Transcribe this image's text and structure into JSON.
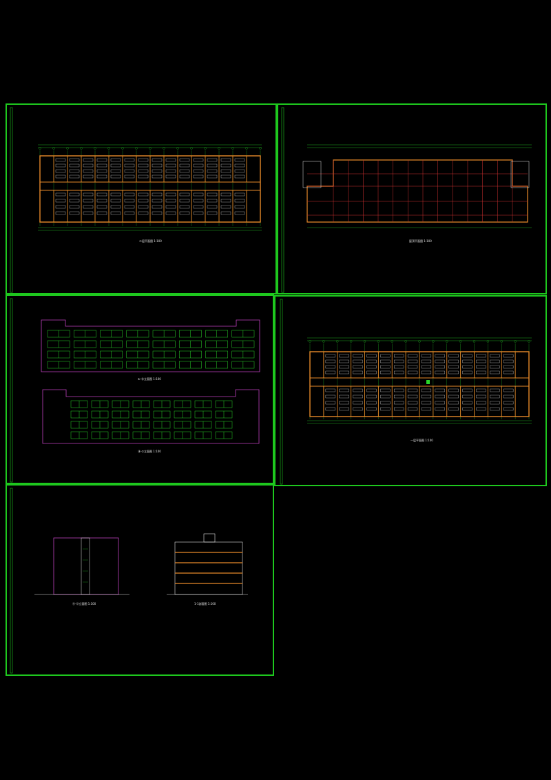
{
  "colors": {
    "background": "#000000",
    "frame": "#1ec81e",
    "wall": "#e88a2a",
    "grid": "#2ad82a",
    "column_grid": "#d23030",
    "fixture": "#e8e8e8",
    "elevation_outline": "#c040c0",
    "window": "#2ad82a"
  },
  "sheets": [
    {
      "id": "sheet-1",
      "view": "floor-plan",
      "caption": "二层平面图 1:100"
    },
    {
      "id": "sheet-2",
      "view": "roof-plan",
      "caption": "屋顶平面图 1:100"
    },
    {
      "id": "sheet-3",
      "view": "front-back-elevations",
      "captions": [
        "①-⑱立面图 1:100",
        "⑱-①立面图 1:100"
      ]
    },
    {
      "id": "sheet-4",
      "view": "floor-plan",
      "caption": "一层平面图 1:100"
    },
    {
      "id": "sheet-5",
      "view": "side-elevation-and-section",
      "captions": [
        "Ⓐ-Ⓓ立面图 1:100",
        "1-1剖面图 1:100"
      ]
    }
  ]
}
